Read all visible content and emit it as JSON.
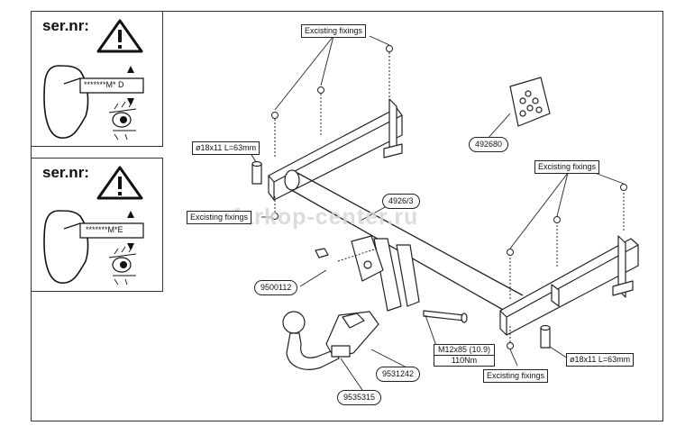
{
  "warning_boxes": [
    {
      "title": "ser.nr:",
      "serial": "*******M* D"
    },
    {
      "title": "ser.nr:",
      "serial": "*******M*E"
    }
  ],
  "labels": {
    "existing_top": "Excisting fixings",
    "existing_right": "Excisting fixings",
    "existing_left": "Excisting fixings",
    "existing_bottom": "Excisting fixings",
    "spacer_left": "ø18x11 L=63mm",
    "spacer_right": "ø18x11 L=63mm",
    "bolt_spec": "M12x85 (10.9)",
    "bolt_torque": "110Nm"
  },
  "parts": {
    "socket_plate": "492680",
    "crossbar": "4926/3",
    "ball_mount": "9500112",
    "ball": "9535315",
    "socket": "9531242"
  },
  "watermark": "farkop-center.ru"
}
